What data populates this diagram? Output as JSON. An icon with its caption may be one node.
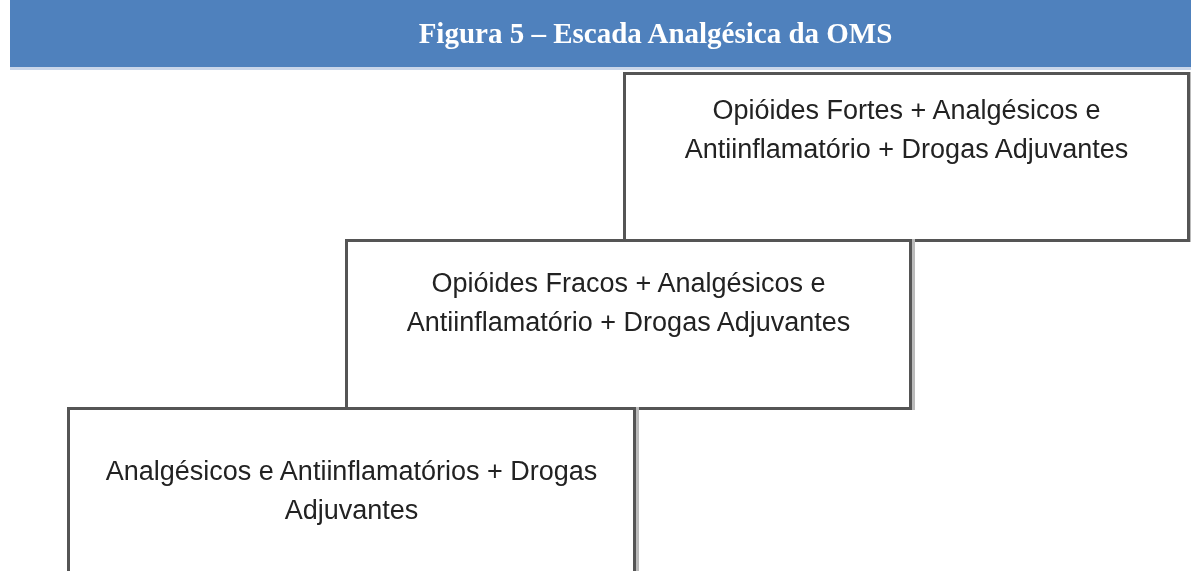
{
  "diagram": {
    "title": "Figura 5 – Escada Analgésica da OMS",
    "nodes": [
      {
        "text": [
          "Opióides Fortes + Analgésicos e Antiinflamatório + Drogas Adjuvantes"
        ]
      },
      {
        "text": [
          "Opióides Fracos + Analgésicos e Antiinflamatório + Drogas Adjuvantes"
        ]
      },
      {
        "text": [
          "Analgésicos e Antiinflamatórios + Drogas Adjuvantes"
        ]
      }
    ]
  }
}
